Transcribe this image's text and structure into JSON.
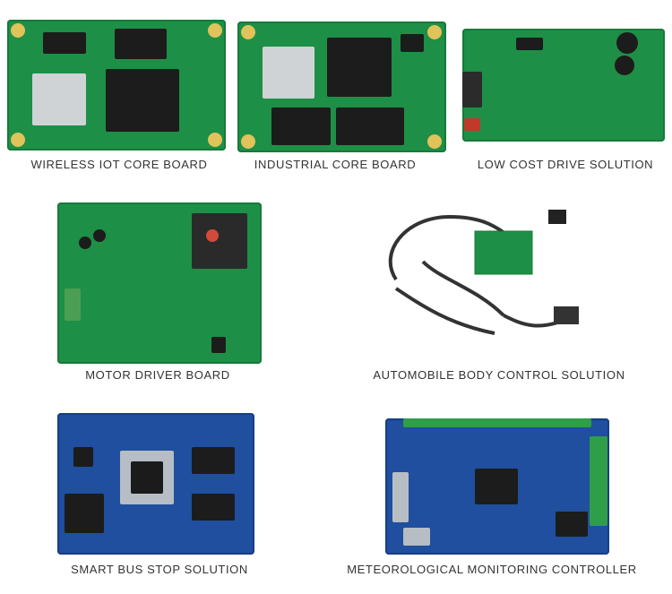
{
  "captions": {
    "wireless": "WIRELESS IOT CORE BOARD",
    "industrial": "INDUSTRIAL CORE BOARD",
    "lowcost": "LOW COST DRIVE SOLUTION",
    "motor": "MOTOR DRIVER BOARD",
    "automobile": "AUTOMOBILE BODY CONTROL SOLUTION",
    "busstop": "SMART BUS STOP SOLUTION",
    "meteo": "METEOROLOGICAL MONITORING CONTROLLER"
  },
  "colors": {
    "pcb_green": "#1e8f46",
    "pcb_blue": "#1f4f9e",
    "caption": "#333333"
  }
}
